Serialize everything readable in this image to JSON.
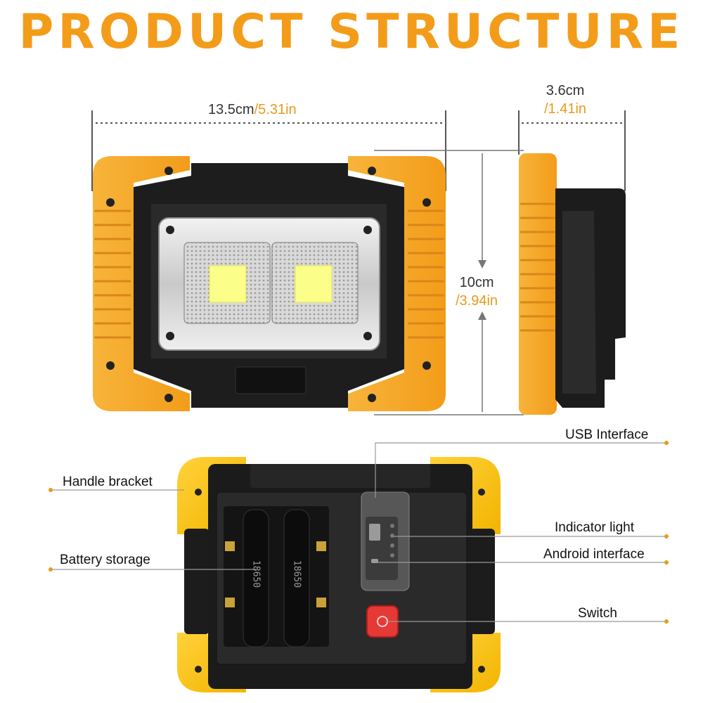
{
  "title": "PRODUCT STRUCTURE",
  "dimensions": {
    "width": {
      "metric": "13.5cm",
      "imperial": "/5.31in"
    },
    "depth": {
      "metric": "3.6cm",
      "imperial": "/1.41in"
    },
    "height": {
      "metric": "10cm",
      "imperial": "/3.94in"
    }
  },
  "callouts": {
    "usb_interface": "USB Interface",
    "handle_bracket": "Handle bracket",
    "indicator_light": "Indicator light",
    "battery_storage": "Battery storage",
    "android_interface": "Android interface",
    "switch": "Switch"
  },
  "battery_labels": [
    "18650",
    "18650"
  ],
  "colors": {
    "accent": "#f39c1a",
    "housing": "#f5a623",
    "body": "#1c1c1c",
    "switch": "#e53935"
  }
}
